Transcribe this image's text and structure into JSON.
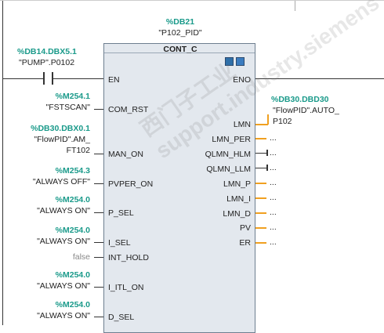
{
  "block": {
    "db_address": "%DB21",
    "db_name": "\"P102_PID\"",
    "type": "CONT_C"
  },
  "en_contact": {
    "address": "%DB14.DBX5.1",
    "tag": "\"PUMP\".P0102"
  },
  "inputs": [
    {
      "pin": "EN",
      "address": "",
      "tag": ""
    },
    {
      "pin": "COM_RST",
      "address": "%M254.1",
      "tag": "\"FSTSCAN\""
    },
    {
      "pin": "MAN_ON",
      "address": "%DB30.DBX0.1",
      "tag_line1": "\"FlowPID\".AM_",
      "tag_line2": "FT102"
    },
    {
      "pin": "PVPER_ON",
      "address": "%M254.3",
      "tag": "\"ALWAYS OFF\""
    },
    {
      "pin": "P_SEL",
      "address": "%M254.0",
      "tag": "\"ALWAYS ON\""
    },
    {
      "pin": "I_SEL",
      "address": "%M254.0",
      "tag": "\"ALWAYS ON\""
    },
    {
      "pin": "INT_HOLD",
      "address": "",
      "tag": "false"
    },
    {
      "pin": "I_ITL_ON",
      "address": "%M254.0",
      "tag": "\"ALWAYS ON\""
    },
    {
      "pin": "D_SEL",
      "address": "%M254.0",
      "tag": "\"ALWAYS ON\""
    }
  ],
  "outputs": [
    {
      "pin": "ENO",
      "value": ""
    },
    {
      "pin": "LMN",
      "address": "%DB30.DBD30",
      "tag_line1": "\"FlowPID\".AUTO_",
      "tag_line2": "P102"
    },
    {
      "pin": "LMN_PER",
      "value": "..."
    },
    {
      "pin": "QLMN_HLM",
      "value": "..."
    },
    {
      "pin": "QLMN_LLM",
      "value": "..."
    },
    {
      "pin": "LMN_P",
      "value": "..."
    },
    {
      "pin": "LMN_I",
      "value": "..."
    },
    {
      "pin": "LMN_D",
      "value": "..."
    },
    {
      "pin": "PV",
      "value": "..."
    },
    {
      "pin": "ER",
      "value": "..."
    }
  ],
  "watermark": "西门子工业 support.industry.siemens"
}
